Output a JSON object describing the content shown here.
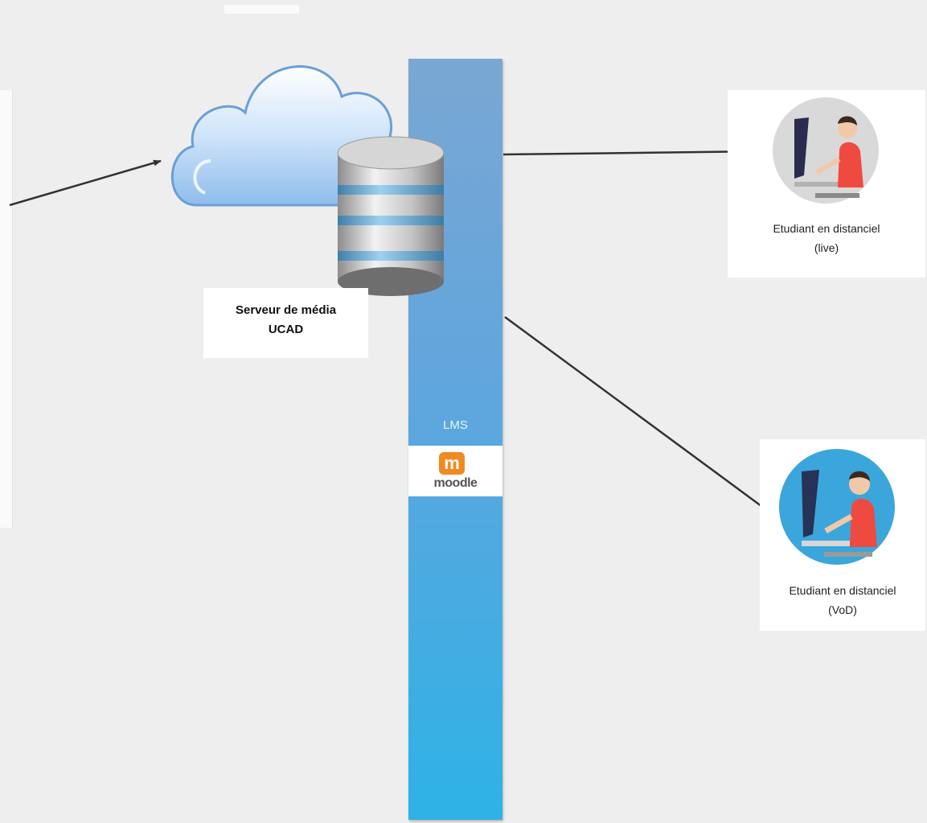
{
  "server": {
    "line1": "Serveur de média",
    "line2": "UCAD"
  },
  "lms": {
    "label": "LMS",
    "logo_text": "moodle",
    "logo_mark": "m"
  },
  "students": [
    {
      "line1": "Etudiant en distanciel",
      "line2": "(live)"
    },
    {
      "line1": "Etudiant en distanciel",
      "line2": "(VoD)"
    }
  ],
  "colors": {
    "background": "#eeeeee",
    "lms_bar_top": "#7aa7d3",
    "lms_bar_bottom": "#2eb2e6",
    "moodle_orange": "#f18a22",
    "arrow": "#333333",
    "student1_circle": "#d9d9d9",
    "student2_circle": "#3aa6dc",
    "shirt": "#ef4a3f"
  },
  "icons": [
    "cloud-icon",
    "database-icon",
    "student-at-computer-icon",
    "moodle-logo-icon"
  ]
}
